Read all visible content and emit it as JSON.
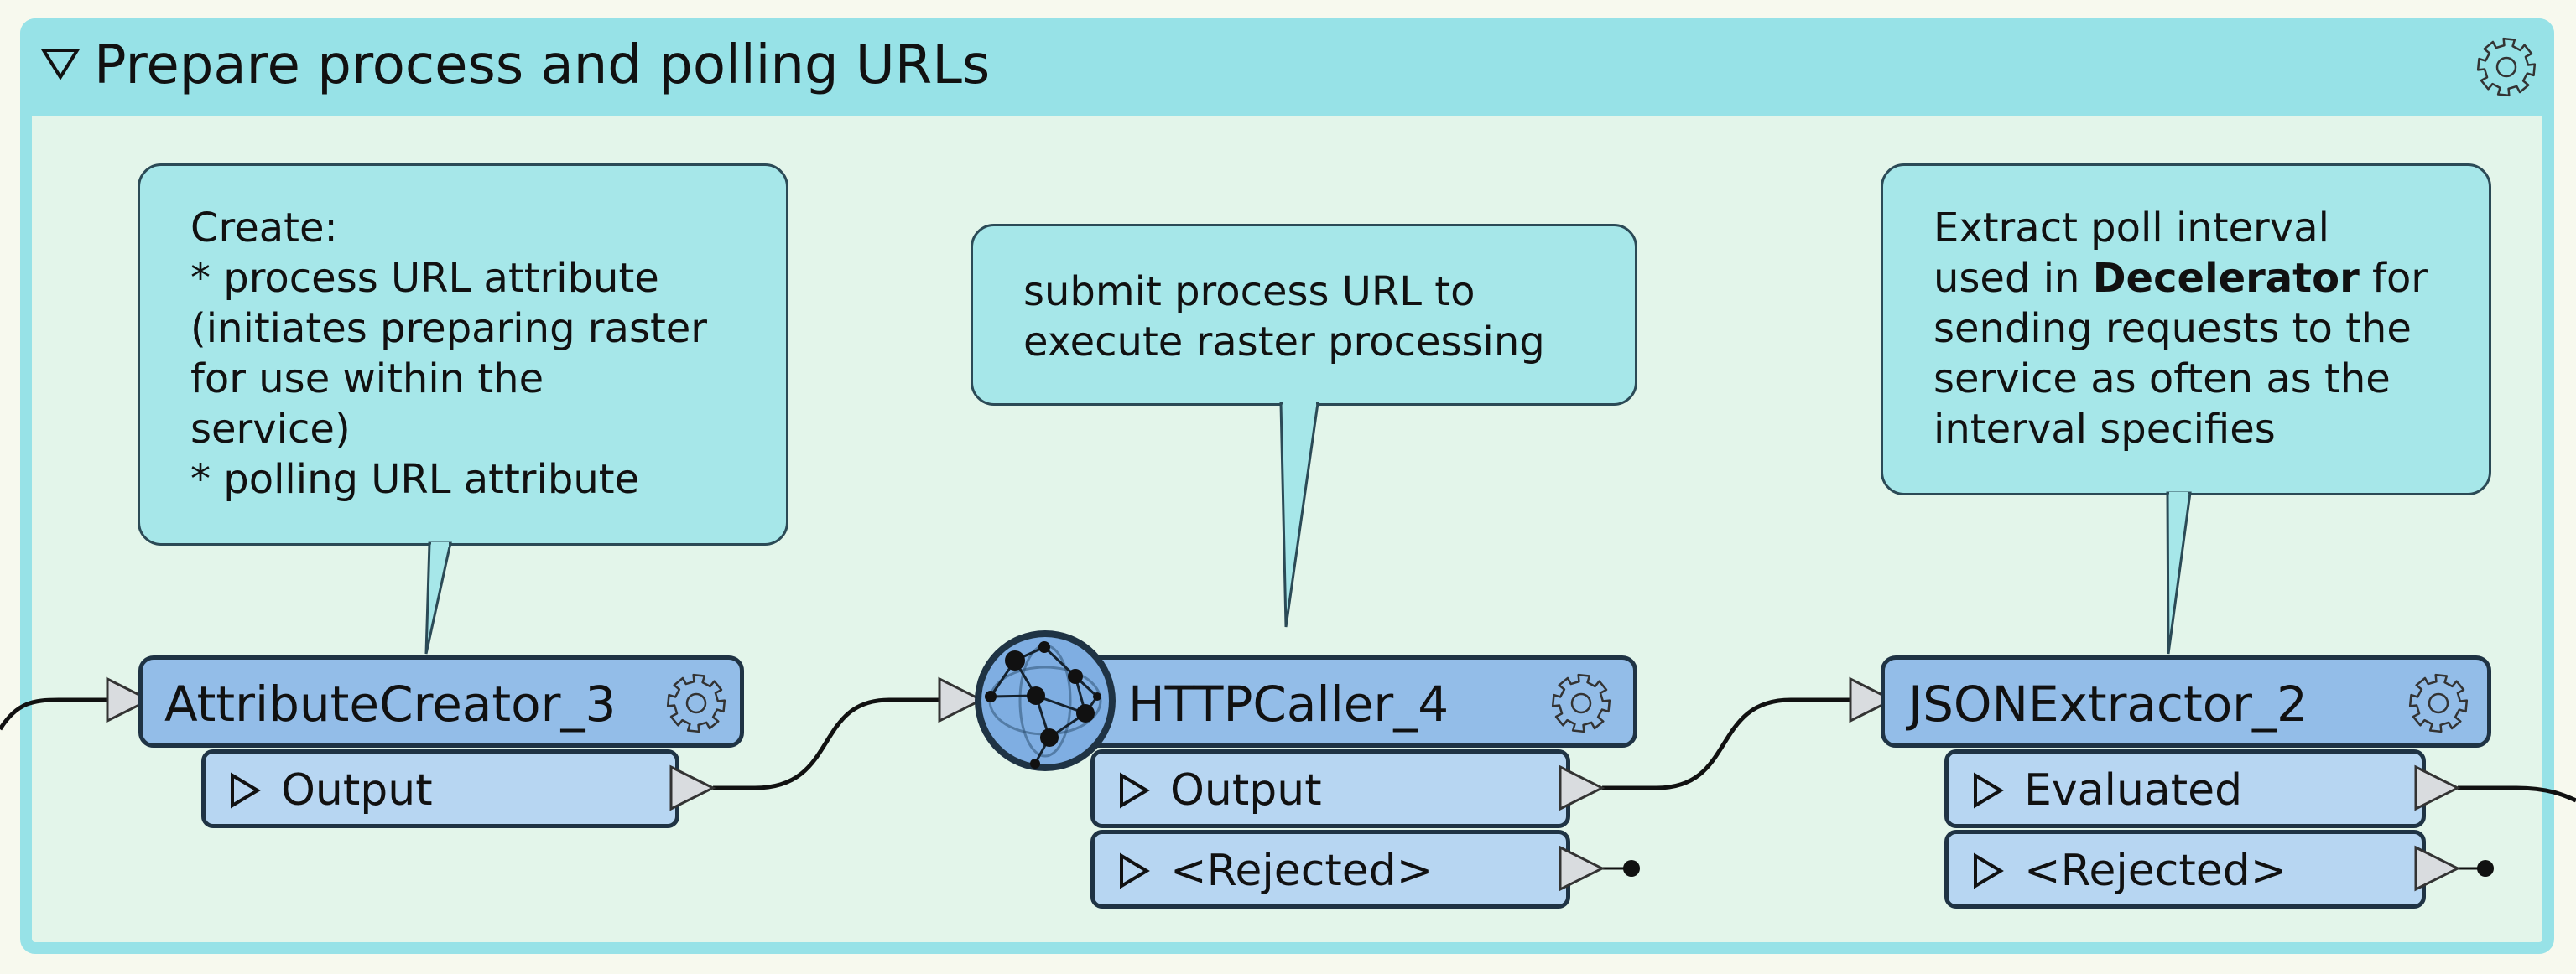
{
  "bookmark": {
    "title": "Prepare process and polling URLs"
  },
  "notes": {
    "create": {
      "lines": [
        "Create:",
        "* process URL attribute",
        "(initiates preparing raster",
        "for use within the",
        "service)",
        "* polling URL attribute"
      ]
    },
    "submit": {
      "lines": [
        "submit process URL to",
        "execute raster processing"
      ]
    },
    "extract": {
      "line1": "Extract poll interval",
      "line2_pre": "used in ",
      "line2_bold": "Decelerator",
      "line2_post": " for",
      "lines_rest": [
        "sending requests to the",
        "service as often as the",
        "interval specifies"
      ]
    }
  },
  "transformers": {
    "attribute_creator": {
      "name": "AttributeCreator_3",
      "ports": [
        "Output"
      ]
    },
    "http_caller": {
      "name": "HTTPCaller_4",
      "ports": [
        "Output",
        "<Rejected>"
      ]
    },
    "json_extractor": {
      "name": "JSONExtractor_2",
      "ports": [
        "Evaluated",
        "<Rejected>"
      ]
    }
  },
  "colors": {
    "bookmark_header": "#97e2e7",
    "bookmark_body": "#e3f5ea",
    "note_fill": "#a6e7e9",
    "transformer_fill": "#93bde8",
    "port_fill": "#b7d6f2",
    "outline": "#1f3344"
  },
  "icons": {
    "collapse": "triangle-down-icon",
    "settings": "gear-icon",
    "http": "globe-network-icon"
  }
}
